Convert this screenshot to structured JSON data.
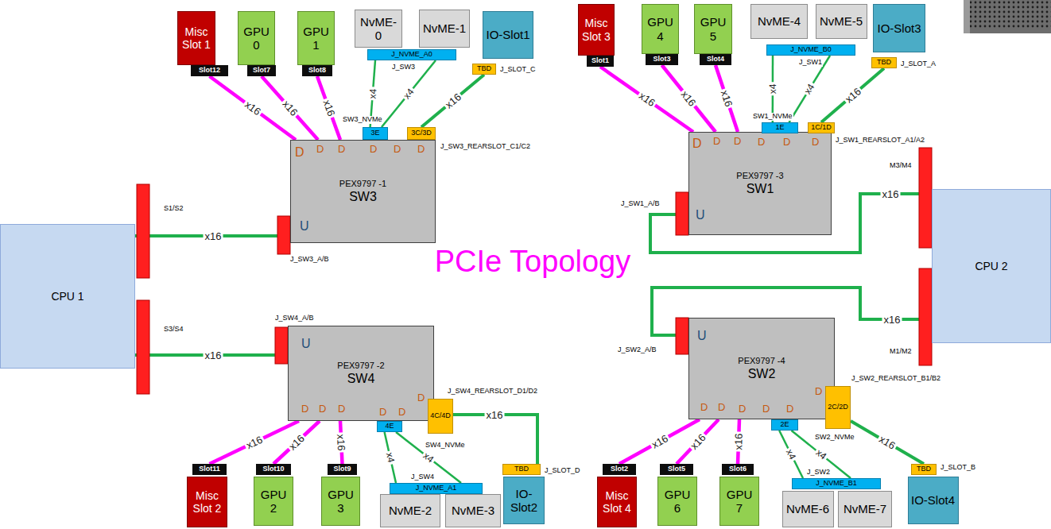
{
  "diagram": {
    "title": "PCIe Topology",
    "nodes": [
      {
        "text": [
          "Misc Slot 1"
        ]
      },
      {
        "text": [
          "Slot12"
        ]
      },
      {
        "text": [
          "GPU 0"
        ]
      },
      {
        "text": [
          "Slot7"
        ]
      },
      {
        "text": [
          "GPU 1"
        ]
      },
      {
        "text": [
          "Slot8"
        ]
      },
      {
        "text": [
          "NvME-0"
        ]
      },
      {
        "text": [
          "NvME-1"
        ]
      },
      {
        "text": [
          "J_NVME_A0"
        ]
      },
      {
        "text": [
          "IO-Slot1"
        ]
      },
      {
        "text": [
          "TBD"
        ]
      },
      {
        "text": [
          "Misc Slot 3"
        ]
      },
      {
        "text": [
          "Slot1"
        ]
      },
      {
        "text": [
          "GPU 4"
        ]
      },
      {
        "text": [
          "Slot3"
        ]
      },
      {
        "text": [
          "GPU 5"
        ]
      },
      {
        "text": [
          "Slot4"
        ]
      },
      {
        "text": [
          "NvME-4"
        ]
      },
      {
        "text": [
          "NvME-5"
        ]
      },
      {
        "text": [
          "J_NVME_B0"
        ]
      },
      {
        "text": [
          "IO-Slot3"
        ]
      },
      {
        "text": [
          "TBD"
        ]
      },
      {
        "text": [
          "PEX9797 -1",
          "SW3"
        ]
      },
      {
        "text": [
          "3E"
        ],
        "in": 22
      },
      {
        "text": [
          "3C/3D"
        ],
        "in": 22
      },
      {
        "text": [
          "PEX9797 -3",
          "SW1"
        ]
      },
      {
        "text": [
          "1E"
        ],
        "in": 25
      },
      {
        "text": [
          "1C/1D"
        ],
        "in": 25
      },
      {
        "text": [
          "CPU 1"
        ]
      },
      {
        "text": [
          "CPU 2"
        ]
      },
      {
        "text": [
          "PEX9797 -2",
          "SW4"
        ]
      },
      {
        "text": [
          "4E"
        ],
        "in": 30
      },
      {
        "text": [
          "4C/4D"
        ],
        "in": 30
      },
      {
        "text": [
          "PEX9797 -4",
          "SW2"
        ]
      },
      {
        "text": [
          "2E"
        ],
        "in": 33
      },
      {
        "text": [
          "2C/2D"
        ],
        "in": 33
      },
      {
        "text": [
          "Misc Slot 2"
        ]
      },
      {
        "text": [
          "Slot11"
        ]
      },
      {
        "text": [
          "GPU 2"
        ]
      },
      {
        "text": [
          "Slot10"
        ]
      },
      {
        "text": [
          "GPU 3"
        ]
      },
      {
        "text": [
          "Slot9"
        ]
      },
      {
        "text": [
          "NvME-2"
        ]
      },
      {
        "text": [
          "NvME-3"
        ]
      },
      {
        "text": [
          "J_NVME_A1"
        ]
      },
      {
        "text": [
          "IO-Slot2"
        ]
      },
      {
        "text": [
          "TBD"
        ]
      },
      {
        "text": [
          "Misc Slot 4"
        ]
      },
      {
        "text": [
          "Slot2"
        ]
      },
      {
        "text": [
          "GPU 6"
        ]
      },
      {
        "text": [
          "Slot5"
        ]
      },
      {
        "text": [
          "GPU 7"
        ]
      },
      {
        "text": [
          "Slot6"
        ]
      },
      {
        "text": [
          "NvME-6"
        ]
      },
      {
        "text": [
          "NvME-7"
        ]
      },
      {
        "text": [
          "J_NVME_B1"
        ]
      },
      {
        "text": [
          "IO-Slot4"
        ]
      },
      {
        "text": [
          "TBD"
        ]
      }
    ],
    "edges": [
      {
        "from": 22,
        "to": 1,
        "label": "x16",
        "arrow": "none"
      },
      {
        "from": 22,
        "to": 3,
        "label": "x16",
        "arrow": "none"
      },
      {
        "from": 22,
        "to": 5,
        "label": "x16",
        "arrow": "none"
      },
      {
        "from": 23,
        "to": 8,
        "label": "x4",
        "arrow": "none"
      },
      {
        "from": 23,
        "to": 8,
        "label": "x4",
        "arrow": "none"
      },
      {
        "from": 24,
        "to": 10,
        "label": "x16",
        "arrow": "none"
      },
      {
        "from": 28,
        "to": 22,
        "label": "x16",
        "arrow": "none"
      },
      {
        "from": 28,
        "to": 30,
        "label": "x16",
        "arrow": "none"
      },
      {
        "from": 25,
        "to": 12,
        "label": "x16",
        "arrow": "none"
      },
      {
        "from": 25,
        "to": 14,
        "label": "x16",
        "arrow": "none"
      },
      {
        "from": 25,
        "to": 16,
        "label": "x16",
        "arrow": "none"
      },
      {
        "from": 26,
        "to": 19,
        "label": "x4",
        "arrow": "none"
      },
      {
        "from": 26,
        "to": 19,
        "label": "x4",
        "arrow": "none"
      },
      {
        "from": 27,
        "to": 21,
        "label": "x16",
        "arrow": "none"
      },
      {
        "from": 29,
        "to": 25,
        "label": "x16",
        "arrow": "none"
      },
      {
        "from": 29,
        "to": 33,
        "label": "x16",
        "arrow": "none"
      },
      {
        "from": 30,
        "to": 37,
        "label": "x16",
        "arrow": "none"
      },
      {
        "from": 30,
        "to": 39,
        "label": "x16",
        "arrow": "none"
      },
      {
        "from": 30,
        "to": 41,
        "label": "x16",
        "arrow": "none"
      },
      {
        "from": 31,
        "to": 44,
        "label": "x4",
        "arrow": "none"
      },
      {
        "from": 31,
        "to": 44,
        "label": "x4",
        "arrow": "none"
      },
      {
        "from": 32,
        "to": 46,
        "label": "x16",
        "arrow": "none"
      },
      {
        "from": 33,
        "to": 48,
        "label": "x16",
        "arrow": "none"
      },
      {
        "from": 33,
        "to": 50,
        "label": "x16",
        "arrow": "none"
      },
      {
        "from": 33,
        "to": 52,
        "label": "x16",
        "arrow": "none"
      },
      {
        "from": 34,
        "to": 55,
        "label": "x4",
        "arrow": "none"
      },
      {
        "from": 34,
        "to": 55,
        "label": "x4",
        "arrow": "none"
      },
      {
        "from": 35,
        "to": 57,
        "label": "x16",
        "arrow": "none"
      }
    ],
    "labels": [
      "J_SW3",
      "J_SLOT_C",
      "SW3_NVMe",
      "J_SW3_REARSLOT_C1/C2",
      "S1/S2",
      "J_SW3_A/B",
      "D",
      "D",
      "D",
      "D",
      "D",
      "D",
      "U",
      "S3/S4",
      "J_SW4_A/B",
      "U",
      "D",
      "D",
      "D",
      "D",
      "D",
      "D",
      "J_SW4_REARSLOT_D1/D2",
      "SW4_NVMe",
      "J_SW4",
      "J_SLOT_D",
      "J_SW1",
      "J_SLOT_A",
      "SW1_NVMe",
      "J_SW1_REARSLOT_A1/A2",
      "D",
      "D",
      "D",
      "D",
      "D",
      "D",
      "U",
      "M3/M4",
      "J_SW1_A/B",
      "J_SW2_A/B",
      "M1/M2",
      "U",
      "D",
      "D",
      "D",
      "D",
      "D",
      "D",
      "J_SW2_REARSLOT_B1/B2",
      "SW2_NVMe",
      "J_SW2",
      "J_SLOT_B"
    ]
  }
}
